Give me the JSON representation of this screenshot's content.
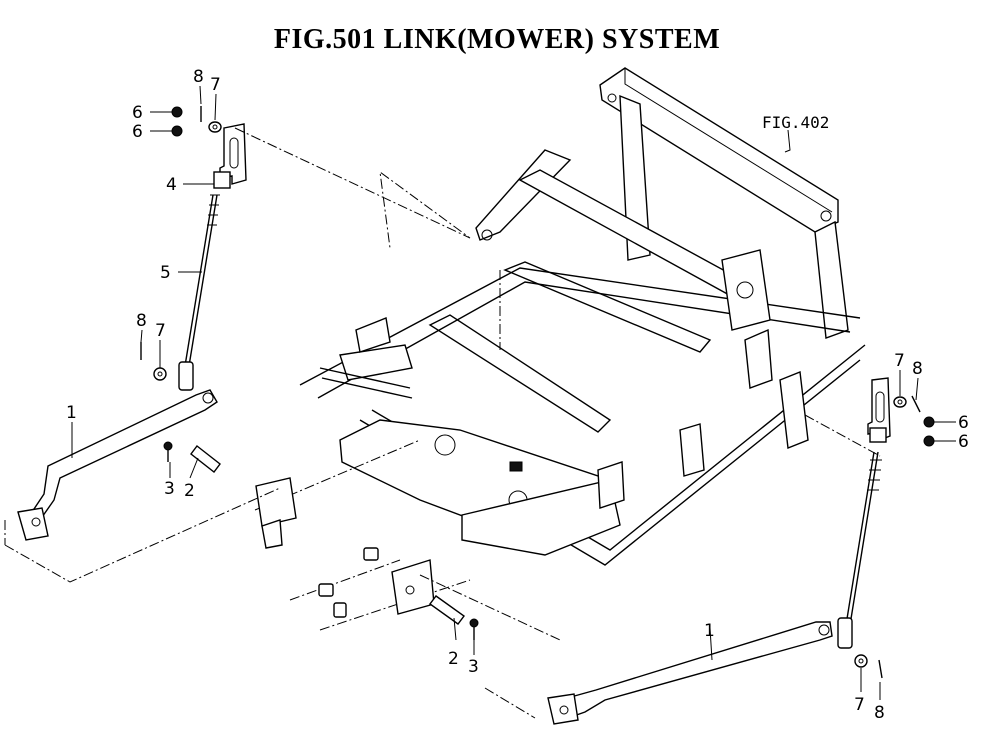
{
  "title": "FIG.501  LINK(MOWER) SYSTEM",
  "reference": "FIG.402",
  "callouts": [
    "1",
    "2",
    "3",
    "4",
    "5",
    "6",
    "7",
    "8"
  ]
}
